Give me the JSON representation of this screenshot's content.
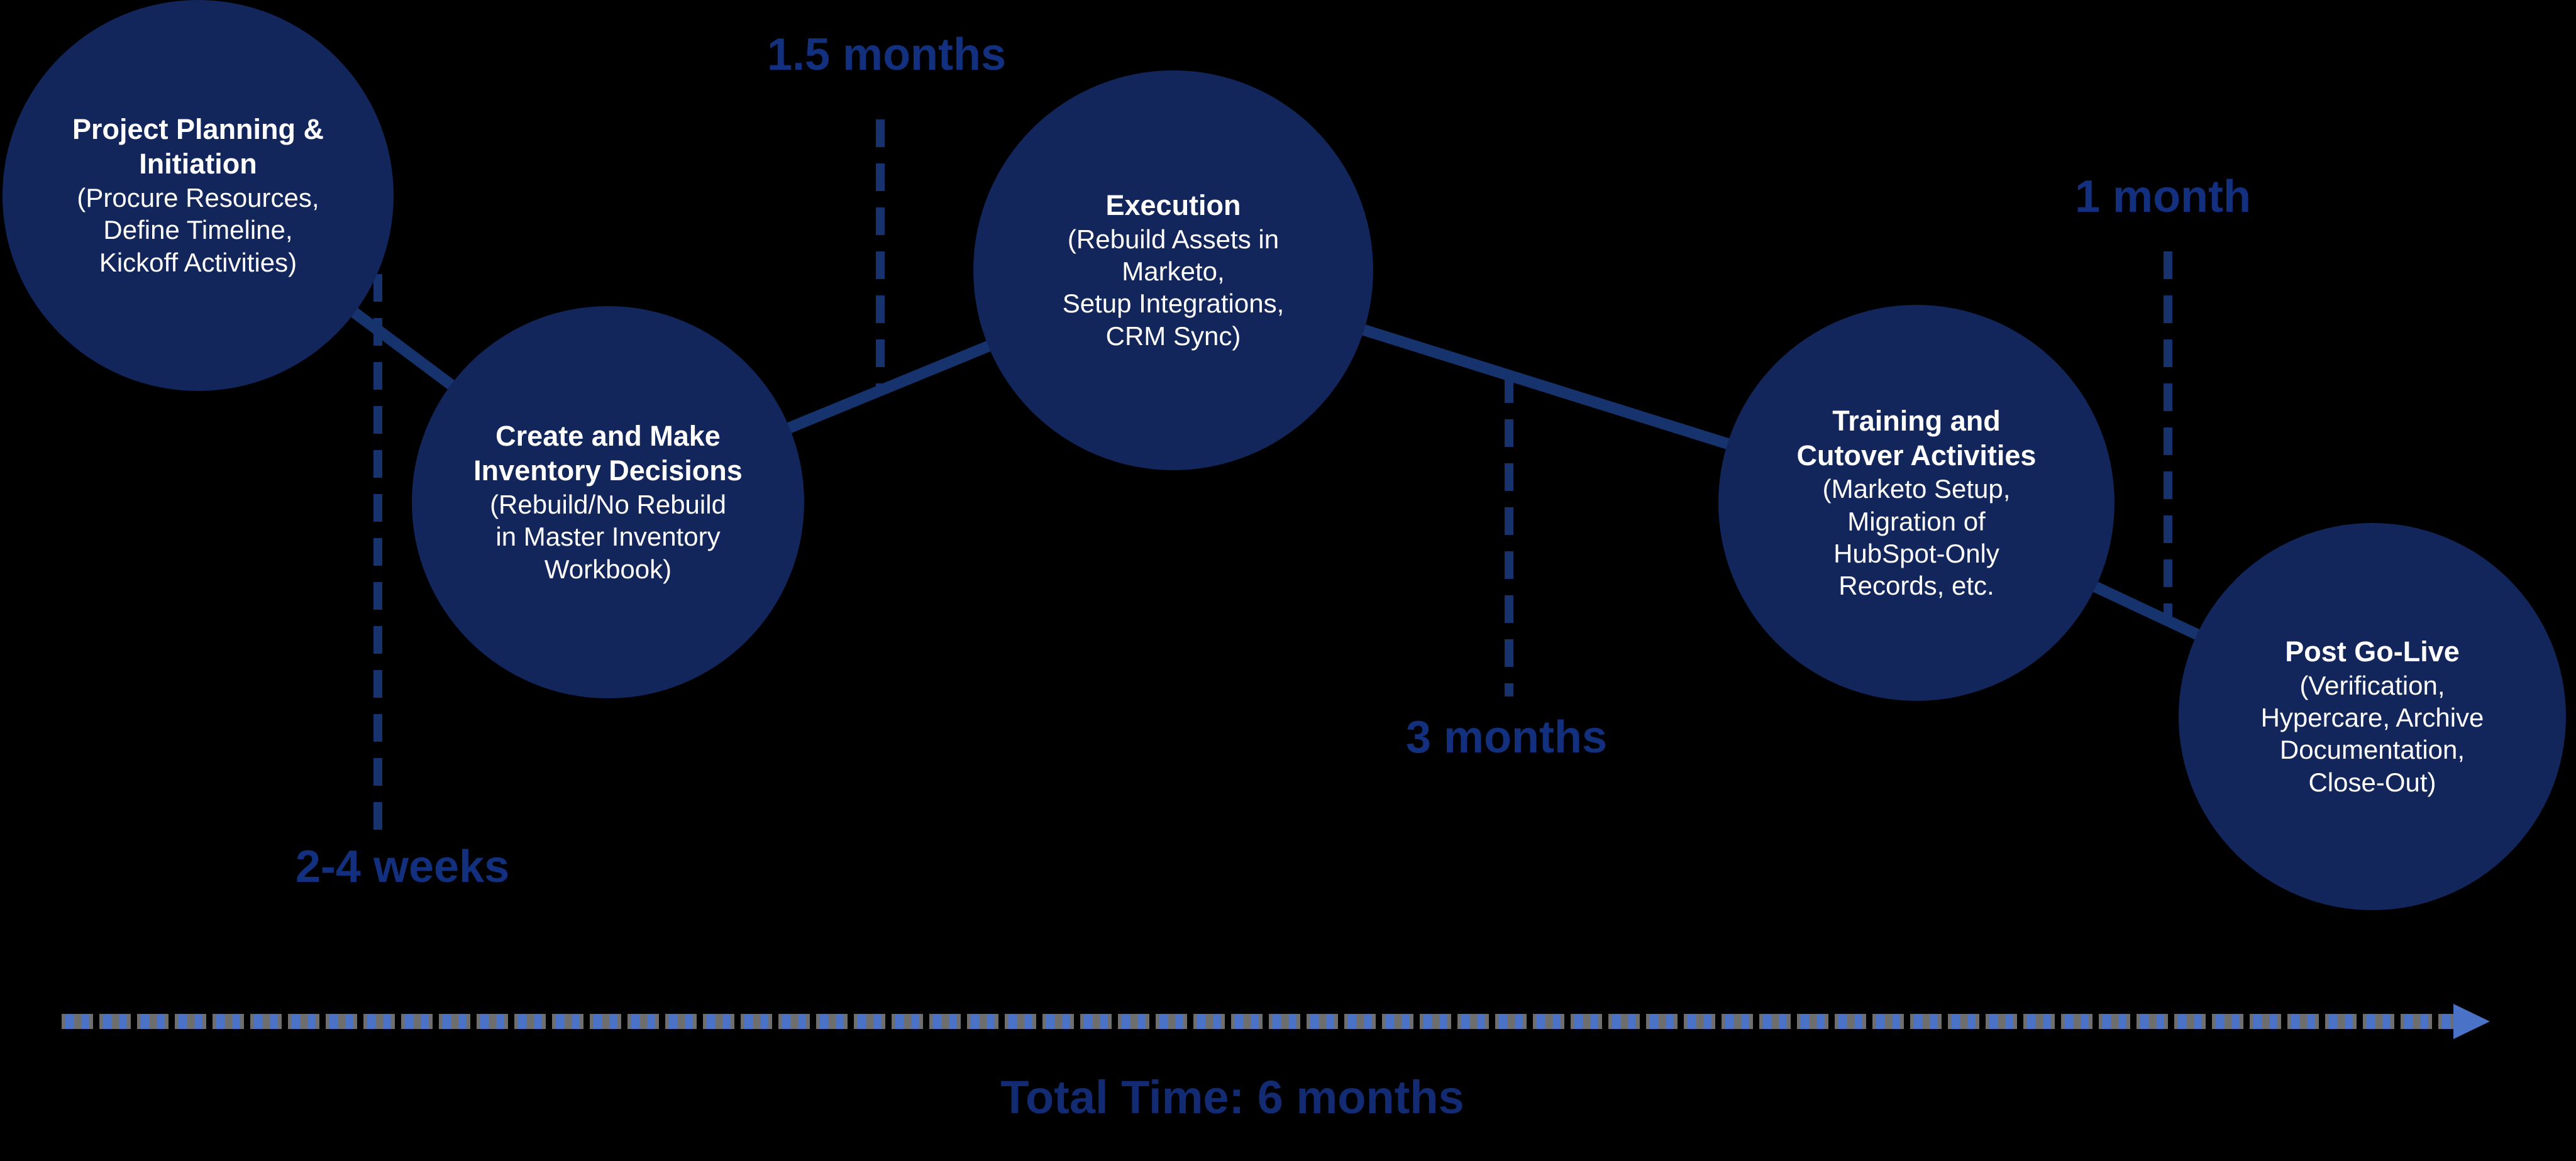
{
  "diagram": {
    "type": "project-timeline",
    "background": "#000000"
  },
  "phases": [
    {
      "id": "planning",
      "title": "Project Planning &\nInitiation",
      "details": "(Procure Resources,\nDefine Timeline,\nKickoff Activities)"
    },
    {
      "id": "inventory-decisions",
      "title": "Create and Make\nInventory Decisions",
      "details": "(Rebuild/No Rebuild\nin Master Inventory\nWorkbook)"
    },
    {
      "id": "execution",
      "title": "Execution",
      "details": "(Rebuild Assets in\nMarketo,\nSetup Integrations,\nCRM Sync)"
    },
    {
      "id": "training-cutover",
      "title": "Training and\nCutover Activities",
      "details": "(Marketo Setup,\nMigration of\nHubSpot-Only\nRecords, etc."
    },
    {
      "id": "post-go-live",
      "title": "Post Go-Live",
      "details": "(Verification,\nHypercare, Archive\nDocumentation,\nClose-Out)"
    }
  ],
  "durations": [
    {
      "id": "d-15months",
      "label": "1.5 months"
    },
    {
      "id": "d-24weeks",
      "label": "2-4 weeks"
    },
    {
      "id": "d-3months",
      "label": "3 months"
    },
    {
      "id": "d-1month",
      "label": "1 month"
    }
  ],
  "total": {
    "label": "Total Time: 6 months"
  },
  "colors": {
    "background": "#000000",
    "circle_fill": "#12265C",
    "circle_text": "#FFFFFF",
    "connector_line": "#16336E",
    "leader_dash": "#16336E",
    "duration_label_text": "#13307E",
    "total_label_text": "#122B72",
    "timeline_dash_blue": "#4A73C7",
    "timeline_dash_gray": "#6E6E6E"
  }
}
